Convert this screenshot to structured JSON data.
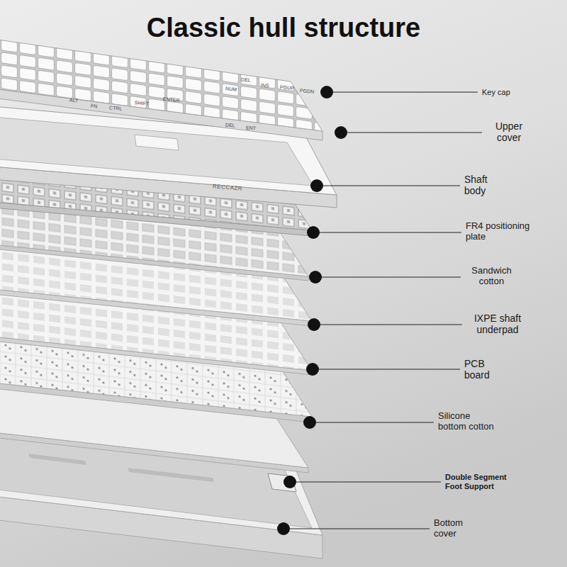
{
  "diagram": {
    "title": "Classic hull structure",
    "labels": [
      "Key cap",
      "Upper cover",
      "Shaft body",
      "FR4 positioning plate",
      "Sandwich cotton",
      "IXPE shaft underpad",
      "PCB board",
      "Silicone bottom cotton",
      "Double Segment Foot Support",
      "Bottom cover",
      "NUM",
      "DEL",
      "INS",
      "PGUP",
      "PGDN",
      "ALT",
      "FN",
      "CTRL",
      "SHIFT",
      "ENTER",
      "DEL",
      "ENT",
      "RECCAZR"
    ]
  }
}
